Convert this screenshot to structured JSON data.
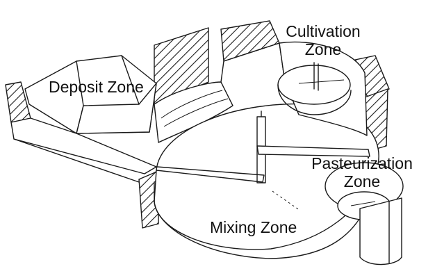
{
  "zones": {
    "cultivation": {
      "line1": "Cultivation",
      "line2": "Zone"
    },
    "deposit": {
      "label": "Deposit Zone"
    },
    "pasteurization": {
      "line1": "Pasteurization",
      "line2": "Zone"
    },
    "mixing": {
      "label": "Mixing Zone"
    }
  },
  "colors": {
    "ink": "#1a1a1a",
    "background": "#ffffff"
  }
}
